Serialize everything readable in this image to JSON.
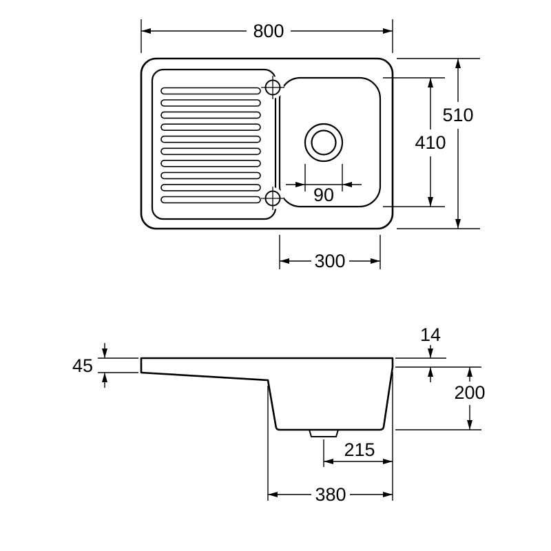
{
  "drawing": {
    "dimensions": {
      "top_width": "800",
      "top_depth": "510",
      "basin_inner_depth": "410",
      "drain_width": "90",
      "basin_width": "300",
      "front_height": "45",
      "rim_thickness": "14",
      "bowl_depth": "200",
      "drain_to_edge": "215",
      "bowl_outer_width": "380"
    }
  }
}
